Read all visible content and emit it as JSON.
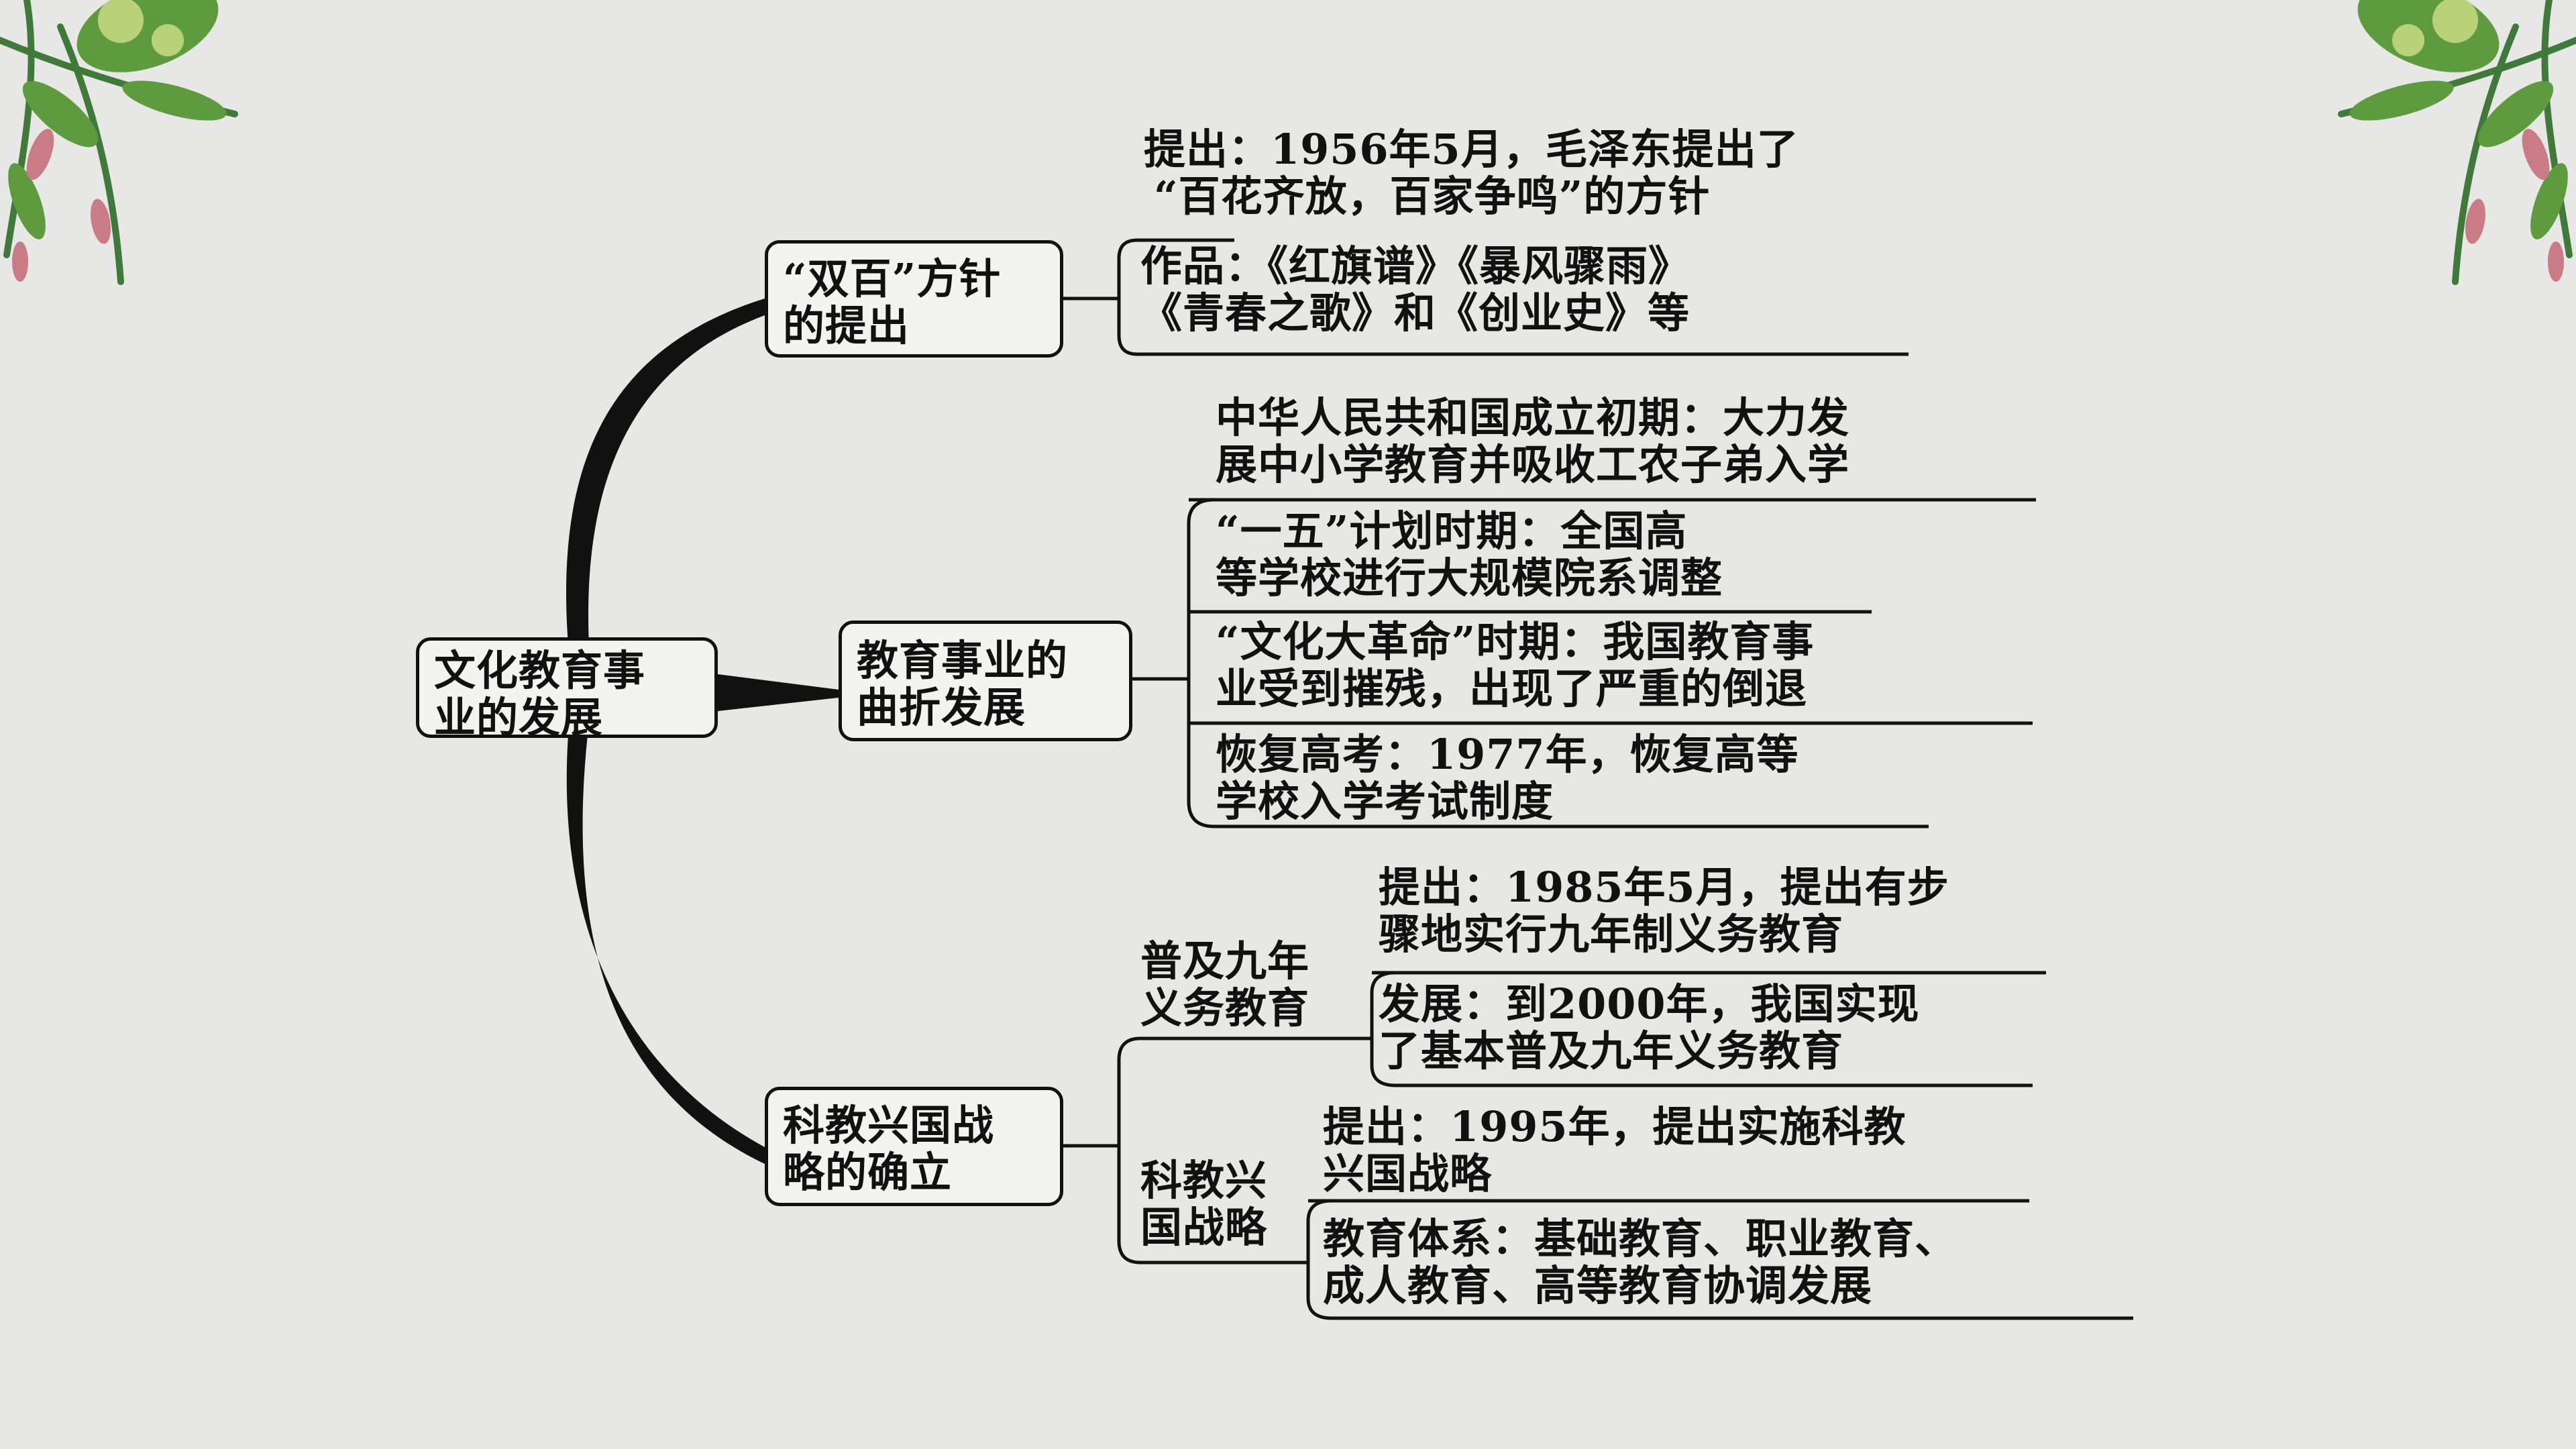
{
  "root": {
    "lines": [
      "文化教育事",
      "业的发展"
    ]
  },
  "branch1": {
    "lines": [
      "“双百”方针",
      "的提出"
    ],
    "leaves": [
      {
        "lines": [
          "提出：1956年5月，毛泽东提出了",
          "“百花齐放，百家争鸣”的方针"
        ]
      },
      {
        "lines": [
          "作品：《红旗谱》《暴风骤雨》",
          "《青春之歌》和《创业史》等"
        ]
      }
    ]
  },
  "branch2": {
    "lines": [
      "教育事业的",
      "曲折发展"
    ],
    "leaves": [
      {
        "lines": [
          "中华人民共和国成立初期：大力发",
          "展中小学教育并吸收工农子弟入学"
        ]
      },
      {
        "lines": [
          "“一五”计划时期：全国高",
          "等学校进行大规模院系调整"
        ]
      },
      {
        "lines": [
          "“文化大革命”时期：我国教育事",
          "业受到摧残，出现了严重的倒退"
        ]
      },
      {
        "lines": [
          "恢复高考：1977年，恢复高等",
          "学校入学考试制度"
        ]
      }
    ]
  },
  "branch3": {
    "lines": [
      "科教兴国战",
      "略的确立"
    ],
    "sub1": {
      "lines": [
        "普及九年",
        "义务教育"
      ],
      "leaves": [
        {
          "lines": [
            "提出：1985年5月，提出有步",
            "骤地实行九年制义务教育"
          ]
        },
        {
          "lines": [
            "发展：到2000年，我国实现",
            "了基本普及九年义务教育"
          ]
        }
      ]
    },
    "sub2": {
      "lines": [
        "科教兴",
        "国战略"
      ],
      "leaves": [
        {
          "lines": [
            "提出：1995年，提出实施科教",
            "兴国战略"
          ]
        },
        {
          "lines": [
            "教育体系：基础教育、职业教育、",
            "成人教育、高等教育协调发展"
          ]
        }
      ]
    }
  }
}
